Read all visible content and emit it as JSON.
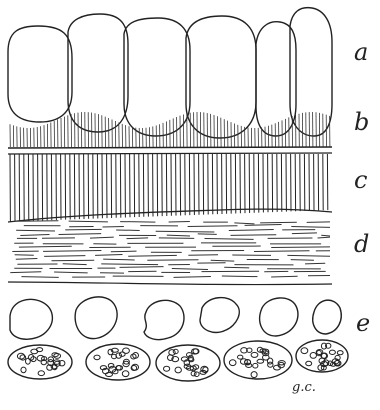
{
  "labels": {
    "a": "a",
    "b": "b",
    "c": "c",
    "d": "d",
    "e": "e",
    "gc": "g.c."
  }
}
